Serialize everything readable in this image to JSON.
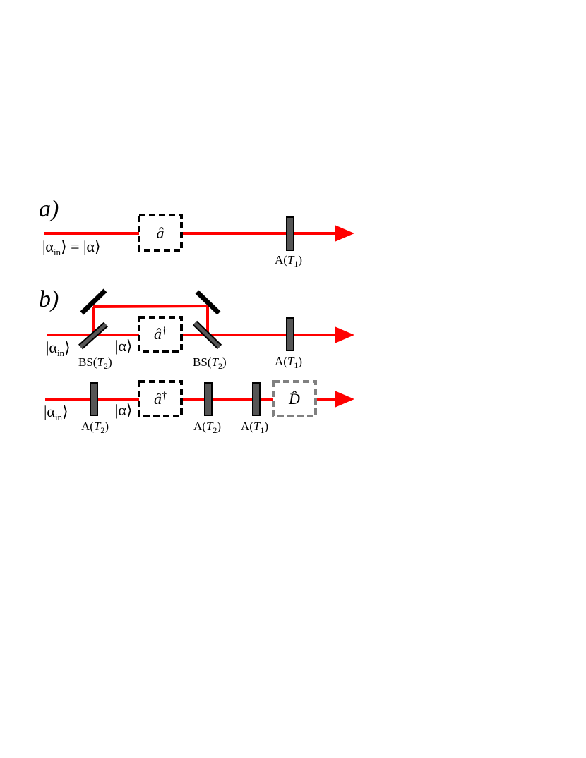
{
  "panels": {
    "a": {
      "label": "a)",
      "input_state": {
        "prefix": "|α",
        "sub": "in",
        "suffix": "⟩ = |α⟩"
      },
      "operator": {
        "symbol": "â"
      },
      "attenuator": {
        "name": "A(",
        "var": "T",
        "sub": "1",
        "close": ")"
      }
    },
    "b": {
      "label": "b)",
      "row1": {
        "input_state": {
          "prefix": "|α",
          "sub": "in",
          "suffix": "⟩"
        },
        "mid_state": "|α⟩",
        "operator": {
          "symbol": "â",
          "sup": "†"
        },
        "bs_left": {
          "name": "BS(",
          "var": "T",
          "sub": "2",
          "close": ")"
        },
        "bs_right": {
          "name": "BS(",
          "var": "T",
          "sub": "2",
          "close": ")"
        },
        "attenuator": {
          "name": "A(",
          "var": "T",
          "sub": "1",
          "close": ")"
        }
      },
      "row2": {
        "input_state": {
          "prefix": "|α",
          "sub": "in",
          "suffix": "⟩"
        },
        "mid_state": "|α⟩",
        "operator": {
          "symbol": "â",
          "sup": "†"
        },
        "att1": {
          "name": "A(",
          "var": "T",
          "sub": "2",
          "close": ")"
        },
        "att2": {
          "name": "A(",
          "var": "T",
          "sub": "2",
          "close": ")"
        },
        "att3": {
          "name": "A(",
          "var": "T",
          "sub": "1",
          "close": ")"
        },
        "displacement": {
          "symbol": "D̂"
        }
      }
    }
  },
  "colors": {
    "beam": "#ff0000",
    "operator_box": "#000000",
    "displacement_box": "#808080",
    "optic_fill": "#555555",
    "mirror": "#000000"
  }
}
